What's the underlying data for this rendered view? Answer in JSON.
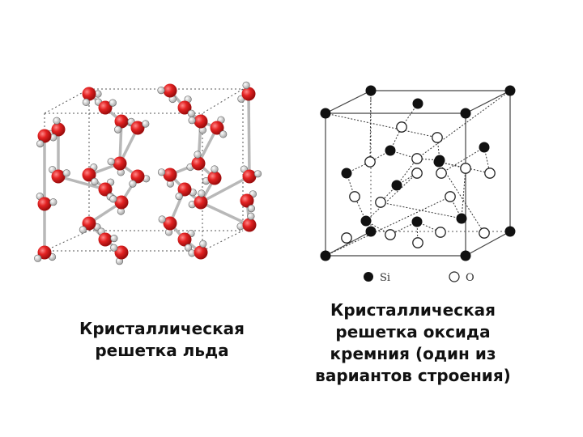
{
  "slide": {
    "ice_caption_lines": [
      "Кристаллическая",
      "решетка льда"
    ],
    "silica_caption_lines": [
      "Кристаллическая",
      "решетка оксида",
      "кремния (один из",
      "вариантов строения)"
    ]
  },
  "silica_legend": {
    "si_label": "Si",
    "o_label": "O"
  },
  "colors": {
    "oxygen_red": "#e02020",
    "hydrogen_white": "#f2f2f2",
    "bond_gray": "#b8b8b8",
    "si_black": "#111111",
    "o_open": "#ffffff"
  }
}
